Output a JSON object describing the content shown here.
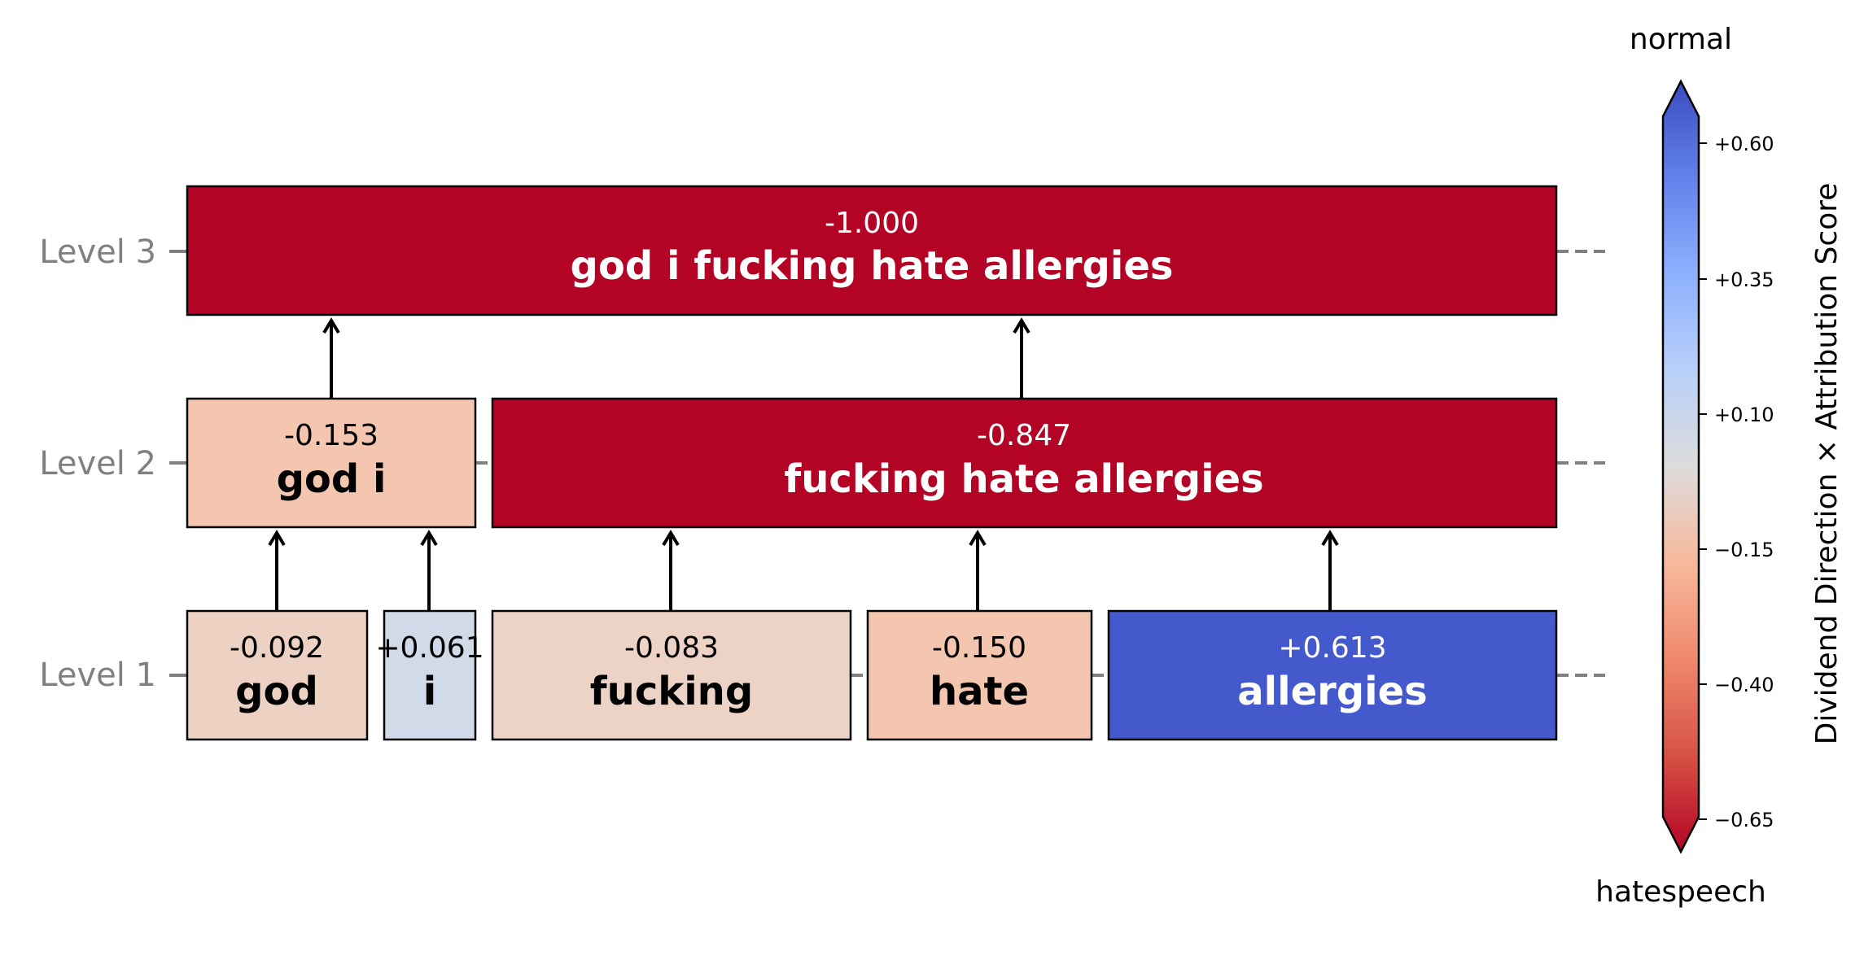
{
  "levels": [
    {
      "label": "Level 3",
      "nodes": [
        {
          "score": "-1.000",
          "text": "god i fucking hate allergies",
          "color": "#b40426",
          "text_color": "#ffffff"
        }
      ]
    },
    {
      "label": "Level 2",
      "nodes": [
        {
          "score": "-0.153",
          "text": "god i",
          "color": "#f4c6af",
          "text_color": "#000000"
        },
        {
          "score": "-0.847",
          "text": "fucking hate allergies",
          "color": "#b40426",
          "text_color": "#ffffff"
        }
      ]
    },
    {
      "label": "Level 1",
      "nodes": [
        {
          "score": "-0.092",
          "text": "god",
          "color": "#edd2c3",
          "text_color": "#000000"
        },
        {
          "score": "+0.061",
          "text": "i",
          "color": "#d0dae8",
          "text_color": "#000000"
        },
        {
          "score": "-0.083",
          "text": "fucking",
          "color": "#edd3c5",
          "text_color": "#000000"
        },
        {
          "score": "-0.150",
          "text": "hate",
          "color": "#f4c6af",
          "text_color": "#000000"
        },
        {
          "score": "+0.613",
          "text": "allergies",
          "color": "#445acc",
          "text_color": "#ffffff"
        }
      ]
    }
  ],
  "colorbar": {
    "top_label": "normal",
    "bottom_label": "hatespeech",
    "axis_label": "Dividend Direction × Attribution Score",
    "colormap": "coolwarm",
    "ticks": [
      "+0.60",
      "+0.35",
      "+0.10",
      "−0.15",
      "−0.40",
      "−0.65"
    ],
    "range": [
      -0.65,
      0.65
    ]
  }
}
